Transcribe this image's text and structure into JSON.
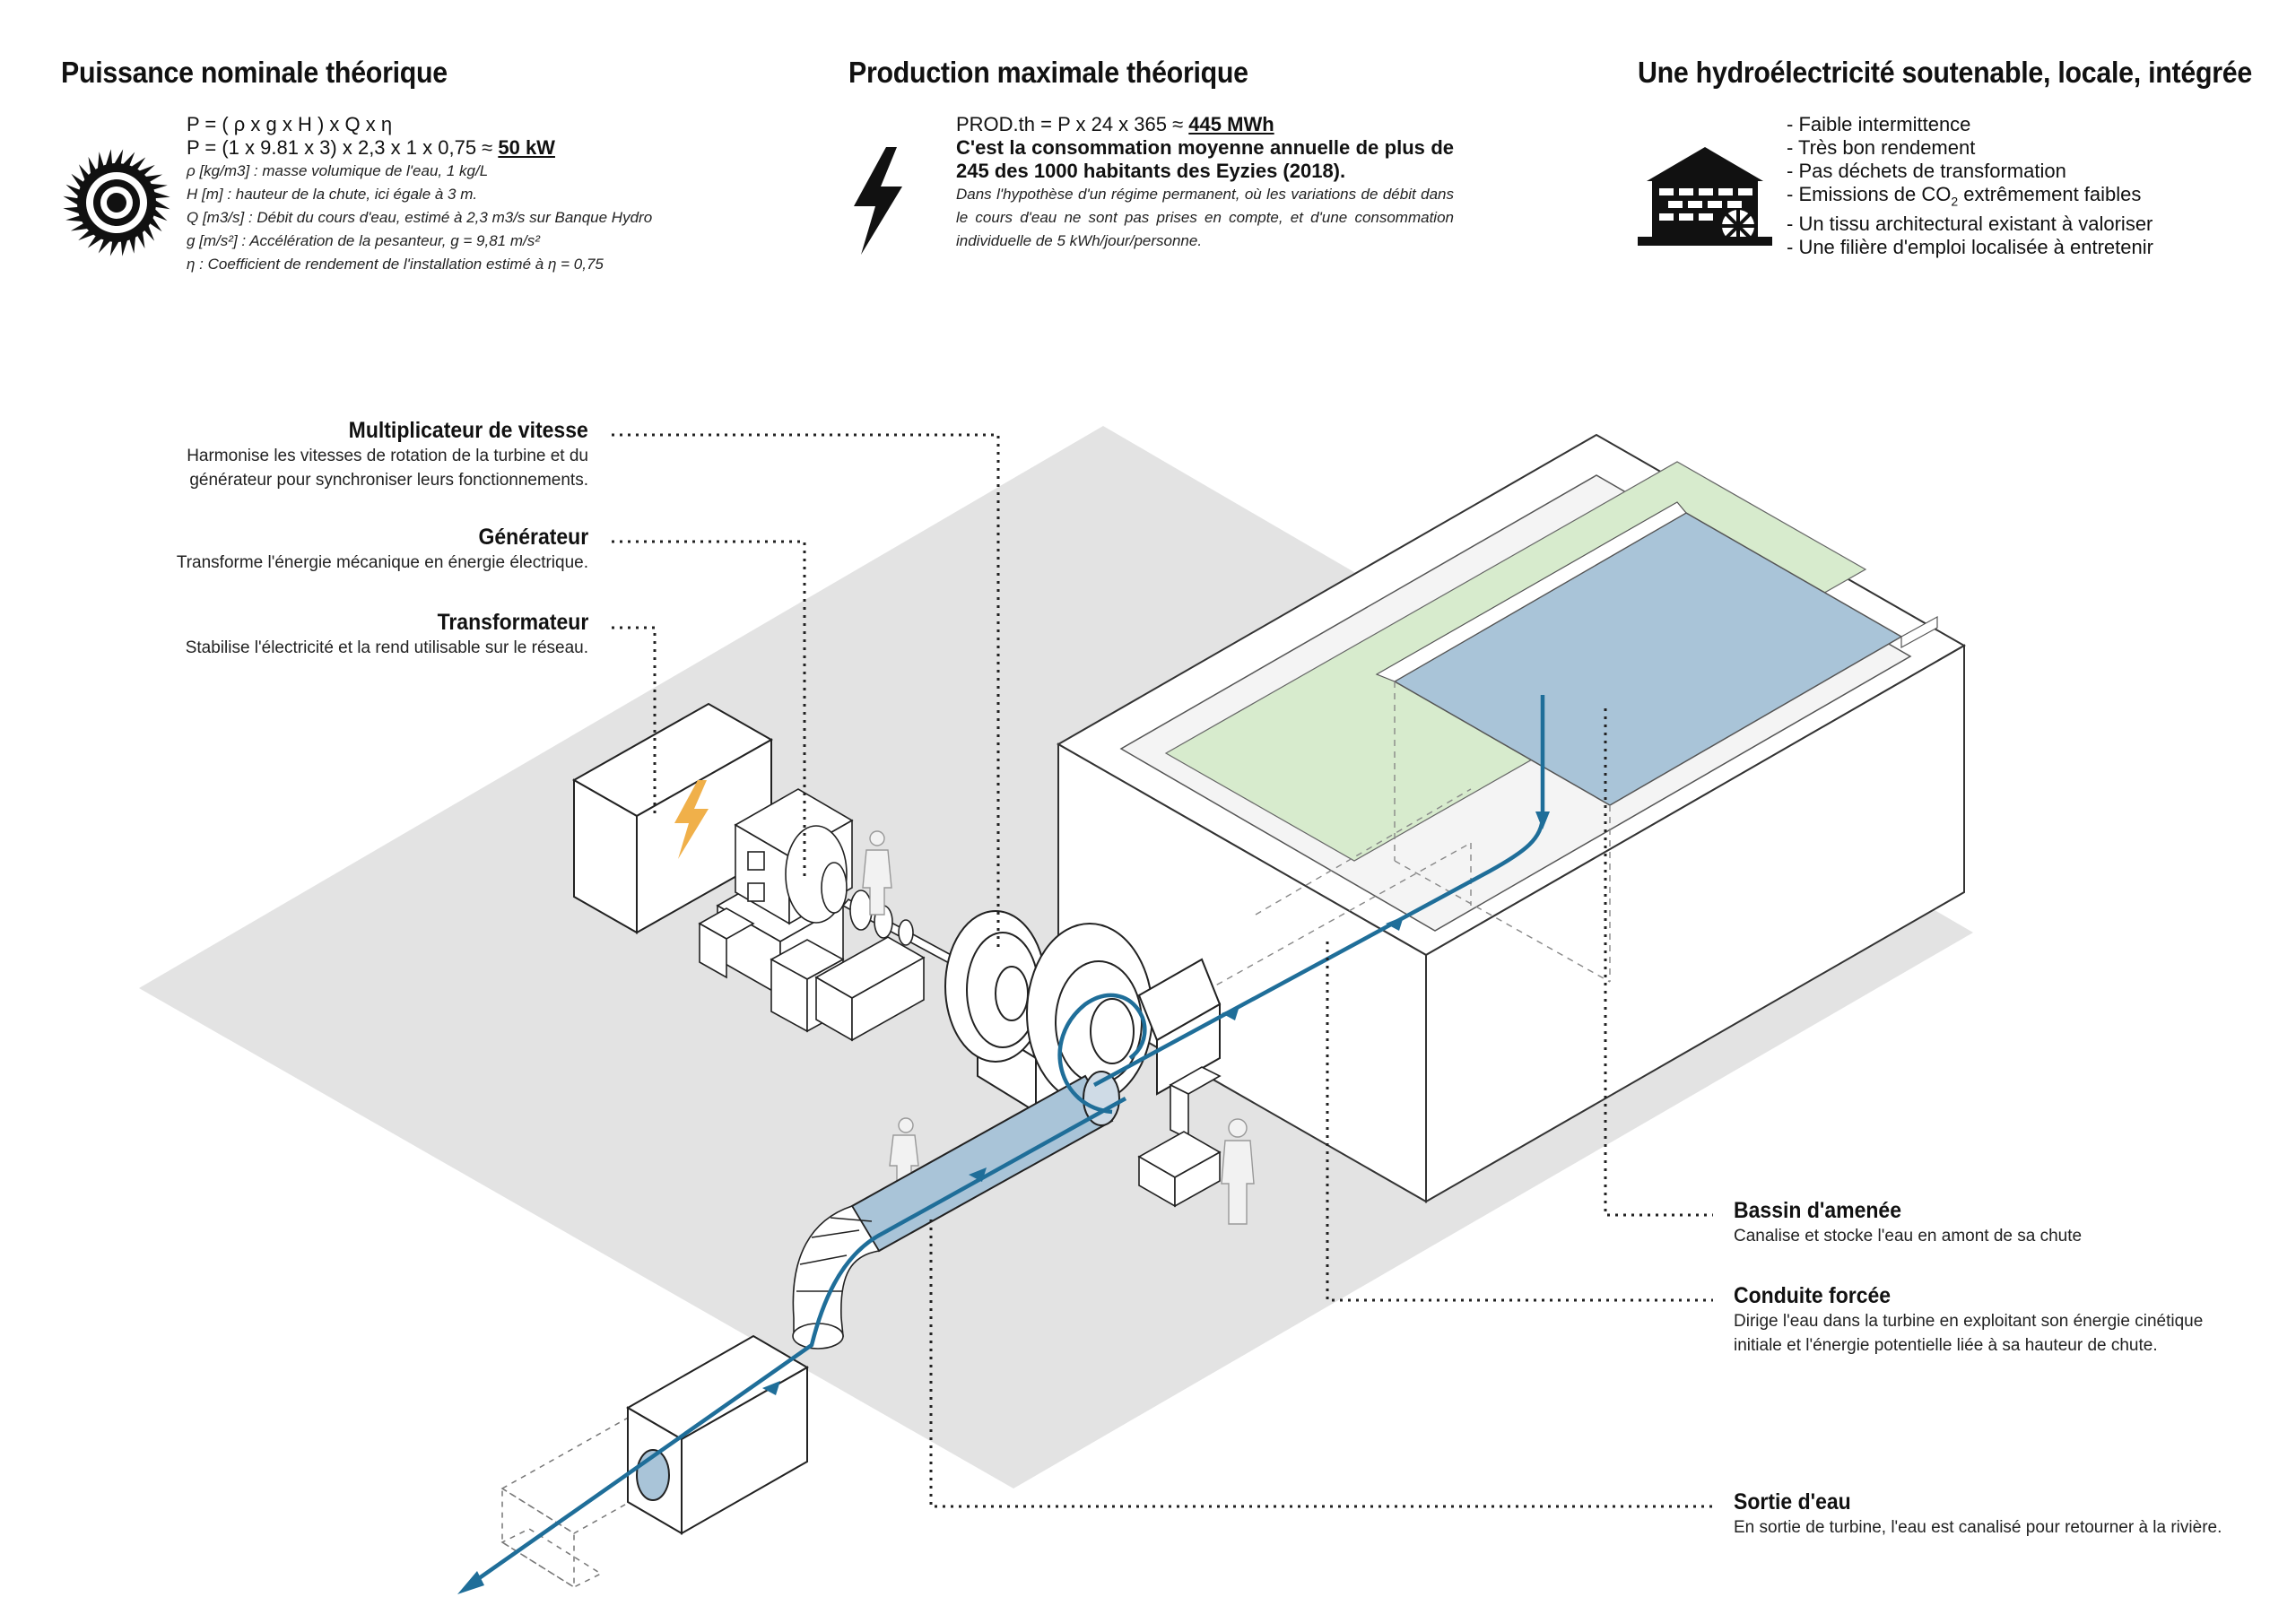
{
  "columns": {
    "power": {
      "title": "Puissance nominale théorique",
      "formula1": "P = ( ρ x g x H ) x Q x η",
      "formula2_prefix": "P = (1 x 9.81 x 3) x 2,3 x 1 x 0,75 ≈ ",
      "formula2_result": "50 kW",
      "notes": [
        "ρ [kg/m3] : masse volumique de l'eau, 1 kg/L",
        "H [m] : hauteur de la chute, ici égale à 3 m.",
        "Q [m3/s] : Débit du cours d'eau, estimé à 2,3 m3/s sur Banque Hydro",
        "g [m/s²] : Accélération de la pesanteur, g = 9,81 m/s²",
        "η : Coefficient de rendement de l'installation estimé à η = 0,75"
      ]
    },
    "production": {
      "title": "Production maximale théorique",
      "formula_prefix": "PROD.th = P x 24 x 365 ≈ ",
      "formula_result": "445 MWh",
      "bold_text": "C'est la consommation moyenne annuelle de plus de 245 des 1000 habitants des Eyzies (2018).",
      "italic_text": "Dans l'hypothèse d'un régime permanent, où les variations de débit dans le cours d'eau ne sont pas prises en compte, et d'une consommation individuelle de 5 kWh/jour/personne."
    },
    "sustainable": {
      "title": "Une hydroélectricité soutenable, locale, intégrée",
      "items": [
        "- Faible intermittence",
        "- Très bon rendement",
        "- Pas déchets de transformation",
        "- Emissions de CO",
        "- Un tissu architectural existant à valoriser",
        "- Une filière d'emploi localisée à entretenir"
      ],
      "co2_sub": "2",
      "co2_suffix": " extrêmement faibles"
    }
  },
  "labels": {
    "multiplicateur": {
      "title": "Multiplicateur de vitesse",
      "desc1": "Harmonise les vitesses de rotation de la turbine et du",
      "desc2": "générateur pour synchroniser leurs fonctionnements."
    },
    "generateur": {
      "title": "Générateur",
      "desc1": "Transforme l'énergie mécanique en énergie électrique."
    },
    "transformateur": {
      "title": "Transformateur",
      "desc1": "Stabilise l'électricité et la rend utilisable sur le réseau."
    },
    "bassin": {
      "title": "Bassin d'amenée",
      "desc1": "Canalise et stocke l'eau en amont de sa chute"
    },
    "conduite": {
      "title": "Conduite forcée",
      "desc1": "Dirige l'eau dans la turbine en exploitant son énergie cinétique",
      "desc2": "initiale et l'énergie potentielle liée à sa hauteur de chute."
    },
    "sortie": {
      "title": "Sortie d'eau",
      "desc1": "En sortie de turbine, l'eau est canalisé pour retourner à la rivière."
    }
  },
  "colors": {
    "water_flow": "#1f6e99",
    "basin": "#a9c4d8",
    "grass": "#d7ebcd",
    "ground": "#e3e3e3",
    "lightning": "#f0b04a"
  },
  "icons": {
    "turbine": "turbine-wheel-icon",
    "lightning": "lightning-icon",
    "watermill": "watermill-building-icon"
  }
}
